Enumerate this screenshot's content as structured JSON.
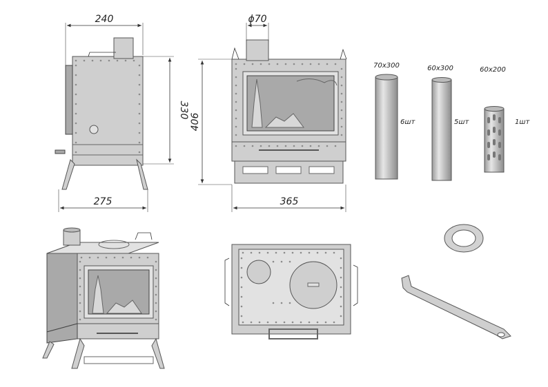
{
  "dimensions": {
    "side_width": "240",
    "side_height": "330",
    "side_base": "275",
    "pipe_diameter": "ϕ70",
    "front_height": "406",
    "front_width": "365"
  },
  "pipes": [
    {
      "size": "70x300",
      "qty": "6шт"
    },
    {
      "size": "60x300",
      "qty": "5шт"
    },
    {
      "size": "60x200",
      "qty": "1шт"
    }
  ],
  "colors": {
    "steel": "#cfcfcf",
    "outline": "#555555",
    "dimension": "#333333"
  }
}
